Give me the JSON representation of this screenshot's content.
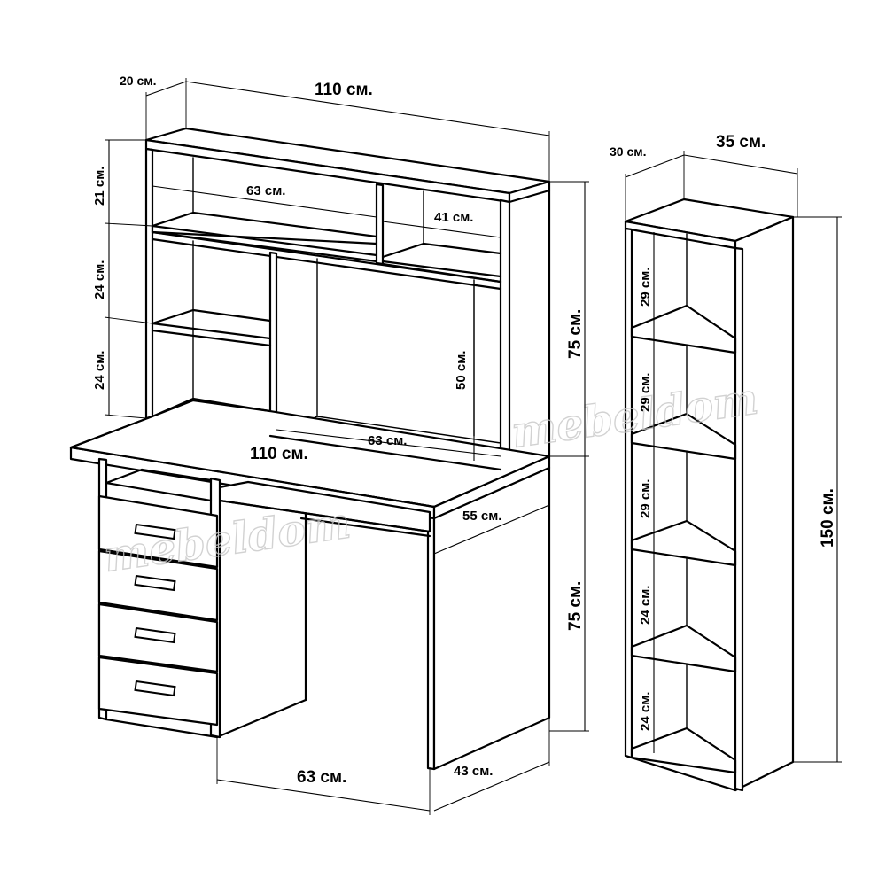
{
  "watermark": "mebeldom",
  "desk": {
    "hutch_width": "110 см.",
    "hutch_depth": "20 см.",
    "top_shelf_height": "21 см.",
    "middle_shelf_height": "24 см.",
    "lower_shelf_height": "24 см.",
    "top_wide_niche": "63 см.",
    "top_small_niche": "41 см.",
    "hutch_height": "75 см.",
    "hutch_opening_height": "50 см.",
    "hutch_opening_width": "63 см.",
    "tabletop_width": "110 см.",
    "tabletop_depth": "55 см.",
    "desk_height": "75 см.",
    "knee_space_width": "63 см.",
    "side_depth": "43 см."
  },
  "bookcase": {
    "depth": "30 см.",
    "width": "35 см.",
    "height": "150 см.",
    "shelf_heights": [
      "29 см.",
      "29 см.",
      "29 см.",
      "24 см.",
      "24 см."
    ]
  }
}
